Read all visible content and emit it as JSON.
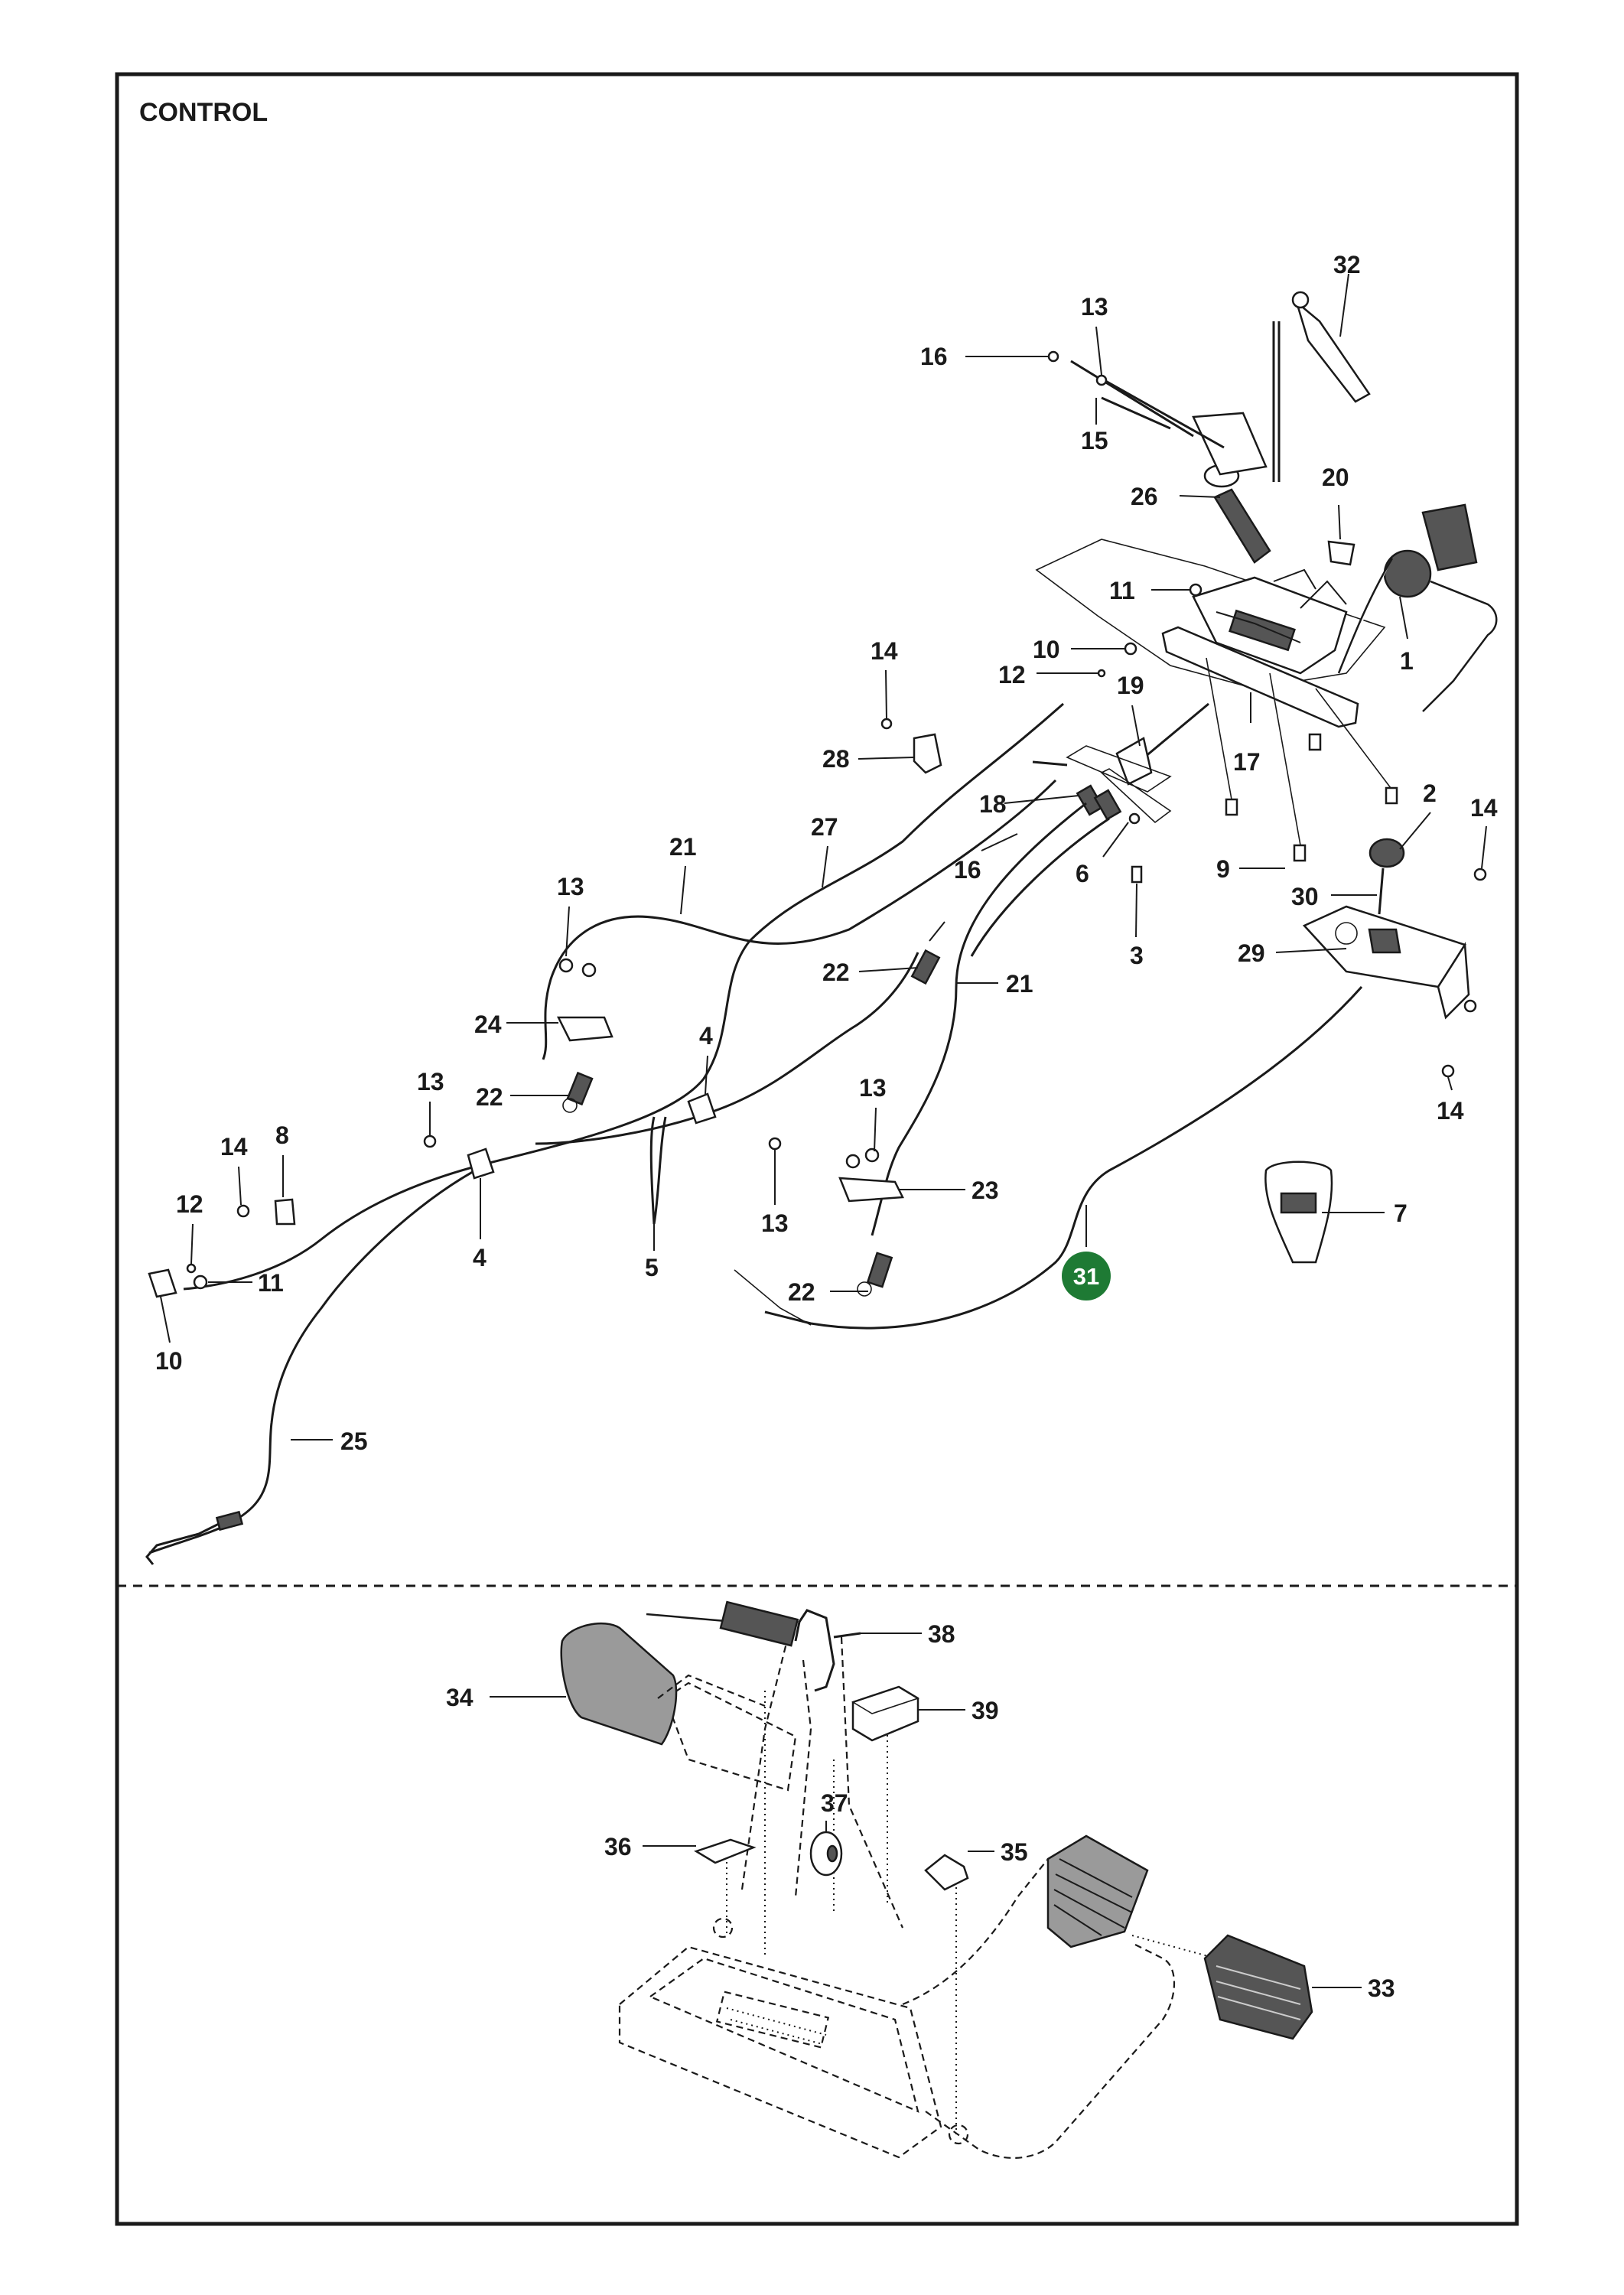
{
  "title": "CONTROL",
  "highlight_color": "#1e7a34",
  "callouts": {
    "c1": "1",
    "c2": "2",
    "c3": "3",
    "c4a": "4",
    "c4b": "4",
    "c5": "5",
    "c6": "6",
    "c7": "7",
    "c8": "8",
    "c9": "9",
    "c10a": "10",
    "c10b": "10",
    "c11a": "11",
    "c11b": "11",
    "c12a": "12",
    "c12b": "12",
    "c13a": "13",
    "c13b": "13",
    "c13c": "13",
    "c13d": "13",
    "c13e": "13",
    "c14a": "14",
    "c14b": "14",
    "c14c": "14",
    "c14d": "14",
    "c15": "15",
    "c16a": "16",
    "c16b": "16",
    "c17": "17",
    "c18": "18",
    "c19": "19",
    "c20": "20",
    "c21a": "21",
    "c21b": "21",
    "c22a": "22",
    "c22b": "22",
    "c22c": "22",
    "c23": "23",
    "c24": "24",
    "c25": "25",
    "c26": "26",
    "c27": "27",
    "c28": "28",
    "c29": "29",
    "c30": "30",
    "c31": "31",
    "c32": "32",
    "c33": "33",
    "c34": "34",
    "c35": "35",
    "c36": "36",
    "c37": "37",
    "c38": "38",
    "c39": "39"
  }
}
